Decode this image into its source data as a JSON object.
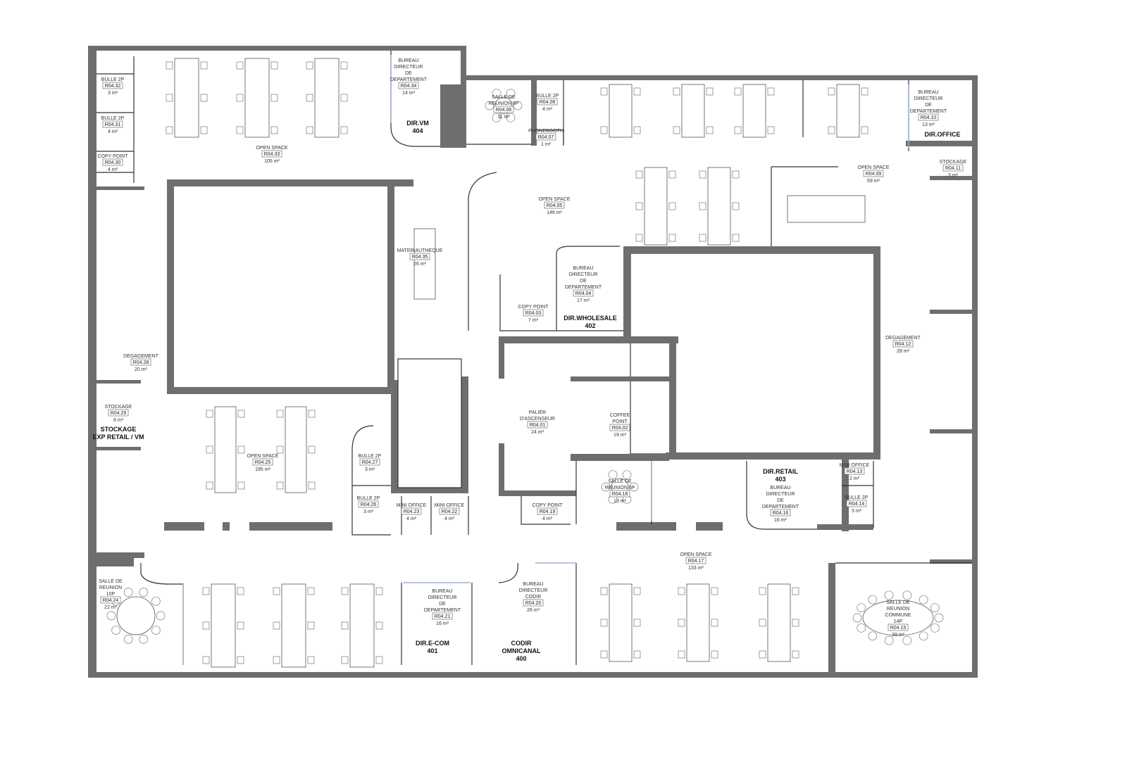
{
  "colors": {
    "wall": "#6e6e6e",
    "glass": "#9fb2cf",
    "line": "#333333"
  },
  "rooms": [
    {
      "lines": [
        "BULLE 2P"
      ],
      "code": "R04.32",
      "area": "3 m²"
    },
    {
      "lines": [
        "BULLE 2P"
      ],
      "code": "R04.31",
      "area": "4 m²"
    },
    {
      "lines": [
        "COPY POINT"
      ],
      "code": "R04.30",
      "area": "4 m²"
    },
    {
      "lines": [
        "OPEN SPACE"
      ],
      "code": "R04.33",
      "area": "105 m²"
    },
    {
      "lines": [
        "BUREAU",
        "DIRECTEUR",
        "DE",
        "DEPARTEMENT"
      ],
      "code": "R04.34",
      "area": "14 m²",
      "tag": [
        "DIR.VM",
        "404"
      ]
    },
    {
      "lines": [
        "SALLE DE",
        "REUNION 6P"
      ],
      "code": "R04.06",
      "area": "11 m²"
    },
    {
      "lines": [
        "BULLE 2P"
      ],
      "code": "R04.08",
      "area": "4 m²"
    },
    {
      "lines": [
        "PHONEBOOTH"
      ],
      "code": "R04.07",
      "area": "1 m²"
    },
    {
      "lines": [
        "BUREAU",
        "DIRECTEUR",
        "DE",
        "DEPARTEMENT"
      ],
      "code": "R04.10",
      "area": "13 m²",
      "tag": [
        "DIR.OFFICE"
      ]
    },
    {
      "lines": [
        "STOCKAGE"
      ],
      "code": "R04.11",
      "area": "3 m²"
    },
    {
      "lines": [
        "OPEN SPACE"
      ],
      "code": "R04.09",
      "area": "59 m²"
    },
    {
      "lines": [
        "OPEN SPACE"
      ],
      "code": "R04.05",
      "area": "146 m²"
    },
    {
      "lines": [
        "MATERIAUTHEQUE"
      ],
      "code": "R04.35",
      "area": "26 m²"
    },
    {
      "lines": [
        "BUREAU",
        "DIRECTEUR",
        "DE",
        "DEPARTEMENT"
      ],
      "code": "R04.04",
      "area": "17 m²",
      "tag": [
        "DIR.WHOLESALE",
        "402"
      ]
    },
    {
      "lines": [
        "COPY POINT"
      ],
      "code": "R04.03",
      "area": "7 m²"
    },
    {
      "lines": [
        "DEGAGEMENT"
      ],
      "code": "R04.12",
      "area": "28 m²"
    },
    {
      "lines": [
        "DEGAGEMENT"
      ],
      "code": "R04.28",
      "area": "20 m²"
    },
    {
      "lines": [
        "STOCKAGE"
      ],
      "code": "R04.29",
      "area": "8 m²",
      "tag": [
        "STOCKAGE",
        "EXP RETAIL / VM"
      ]
    },
    {
      "lines": [
        "OPEN SPACE"
      ],
      "code": "R04.25",
      "area": "195 m²"
    },
    {
      "lines": [
        "BULLE 2P"
      ],
      "code": "R04.27",
      "area": "3 m²"
    },
    {
      "lines": [
        "BULLE 2P"
      ],
      "code": "R04.26",
      "area": "3 m²"
    },
    {
      "lines": [
        "MINI OFFICE"
      ],
      "code": "R04.23",
      "area": "4 m²"
    },
    {
      "lines": [
        "MINI OFFICE"
      ],
      "code": "R04.22",
      "area": "4 m²"
    },
    {
      "lines": [
        "PALIER",
        "D'ASCENSEUR"
      ],
      "code": "R04.01",
      "area": "24 m²"
    },
    {
      "lines": [
        "COFFEE",
        "POINT"
      ],
      "code": "R04.02",
      "area": "19 m²"
    },
    {
      "lines": [
        "SALLE DE",
        "REUNION 6P"
      ],
      "code": "R04.18",
      "area": "13 m²"
    },
    {
      "lines": [
        "COPY POINT"
      ],
      "code": "R04.19",
      "area": "4 m²"
    },
    {
      "lines": [
        "BUREAU",
        "DIRECTEUR",
        "DE",
        "DEPARTEMENT"
      ],
      "code": "R04.16",
      "area": "16 m²",
      "tag": [
        "DIR.RETAIL",
        "403"
      ]
    },
    {
      "lines": [
        "MINI OFFICE"
      ],
      "code": "R04.13",
      "area": "2 m²"
    },
    {
      "lines": [
        "BULLE 2P"
      ],
      "code": "R04.14",
      "area": "3 m²"
    },
    {
      "lines": [
        "OPEN SPACE"
      ],
      "code": "R04.17",
      "area": "133 m²"
    },
    {
      "lines": [
        "SALLE DE",
        "REUNION",
        "10P"
      ],
      "code": "R04.24",
      "area": "22 m²"
    },
    {
      "lines": [
        "BUREAU",
        "DIRECTEUR",
        "DE",
        "DEPARTEMENT"
      ],
      "code": "R04.21",
      "area": "16 m²",
      "tag": [
        "DIR.E-COM",
        "401"
      ]
    },
    {
      "lines": [
        "BUREAU",
        "DIRECTEUR",
        "CODIR"
      ],
      "code": "R04.20",
      "area": "26 m²",
      "tag": [
        "CODIR",
        "OMNICANAL",
        "400"
      ]
    },
    {
      "lines": [
        "SALLE DE",
        "REUNION",
        "COMMUNE",
        "14P"
      ],
      "code": "R04.15",
      "area": "39 m²"
    }
  ]
}
